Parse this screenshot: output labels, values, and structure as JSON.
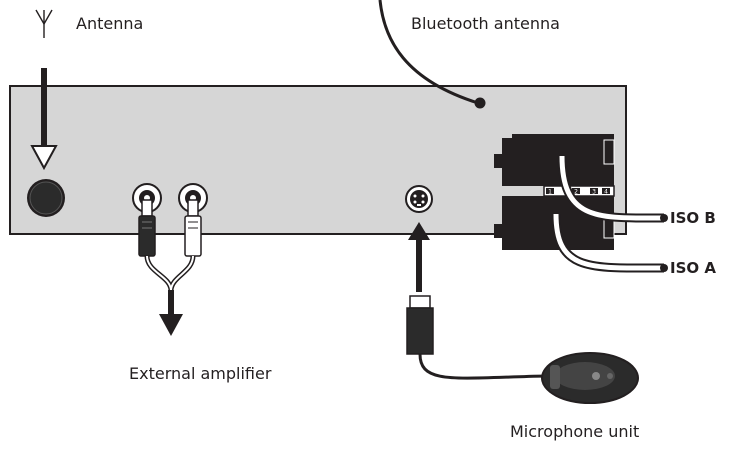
{
  "labels": {
    "antenna": "Antenna",
    "bluetooth_antenna": "Bluetooth antenna",
    "iso_b": "ISO B",
    "iso_a": "ISO A",
    "external_amplifier": "External amplifier",
    "microphone_unit": "Microphone unit"
  },
  "iso_pin_numbers": [
    "1",
    "2",
    "3",
    "4"
  ],
  "colors": {
    "panel_fill": "#d6d6d6",
    "outline": "#231f20",
    "connector_fill": "#2b2b2b",
    "cable": "#ffffff"
  }
}
